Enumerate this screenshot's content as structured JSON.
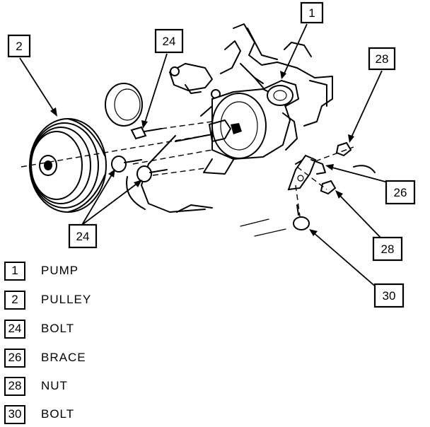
{
  "callouts": {
    "pump": "1",
    "pulley": "2",
    "bolt_upper": "24",
    "bolt_lower": "24",
    "nut_upper": "28",
    "nut_lower": "28",
    "brace": "26",
    "bolt_brace": "30"
  },
  "legend": [
    {
      "number": "1",
      "label": "PUMP"
    },
    {
      "number": "2",
      "label": "PULLEY"
    },
    {
      "number": "24",
      "label": "BOLT"
    },
    {
      "number": "26",
      "label": "BRACE"
    },
    {
      "number": "28",
      "label": "NUT"
    },
    {
      "number": "30",
      "label": "BOLT"
    }
  ]
}
